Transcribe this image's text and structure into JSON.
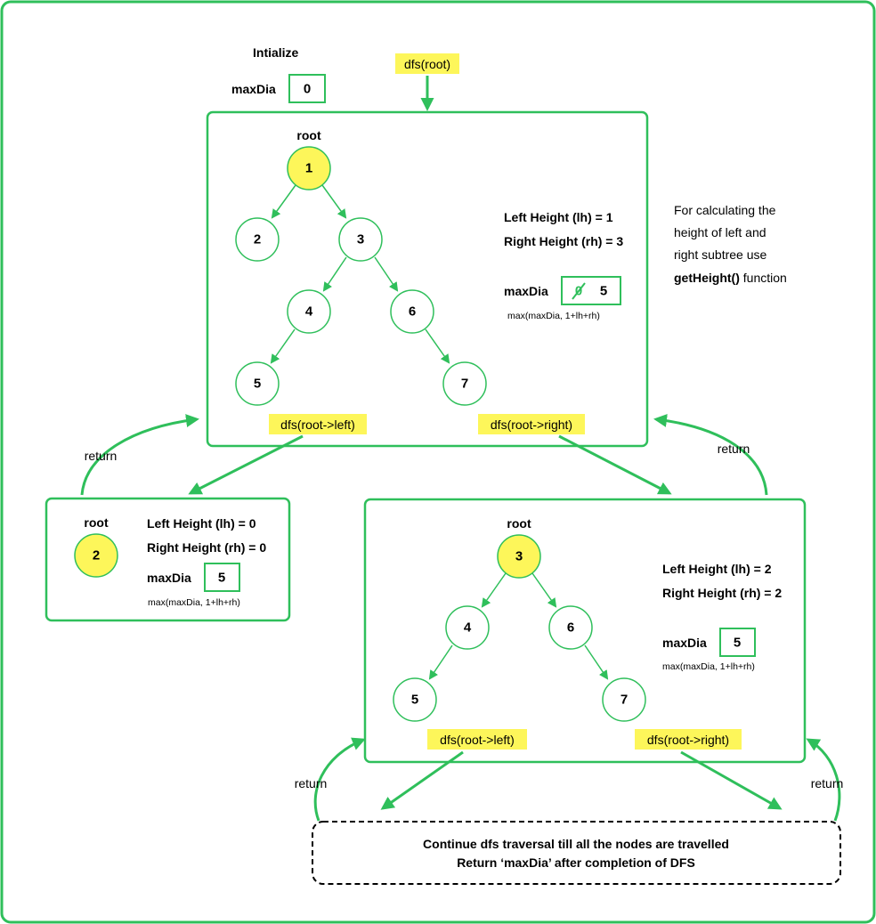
{
  "init": {
    "heading": "Intialize",
    "maxdia_label": "maxDia",
    "maxdia_value": "0"
  },
  "top": {
    "call": "dfs(root)",
    "root_label": "root",
    "nodes": [
      "1",
      "2",
      "3",
      "4",
      "6",
      "5",
      "7"
    ],
    "left_height": "Left Height (lh) = 1",
    "right_height": "Right Height (rh) = 3",
    "maxdia_label": "maxDia",
    "old_value": "0",
    "maxdia_value": "5",
    "formula": "max(maxDia, 1+lh+rh)",
    "call_left": "dfs(root->left)",
    "call_right": "dfs(root->right)"
  },
  "note": {
    "line1": "For calculating the",
    "line2": "height of left and",
    "line3": "right subtree use",
    "func": "getHeight()",
    "line4_rest": " function"
  },
  "left_box": {
    "root_label": "root",
    "node": "2",
    "left_height": "Left Height (lh) = 0",
    "right_height": "Right Height (rh) = 0",
    "maxdia_label": "maxDia",
    "maxdia_value": "5",
    "formula": "max(maxDia, 1+lh+rh)"
  },
  "right_box": {
    "root_label": "root",
    "nodes": [
      "3",
      "4",
      "6",
      "5",
      "7"
    ],
    "left_height": "Left Height (lh) = 2",
    "right_height": "Right Height (rh) = 2",
    "maxdia_label": "maxDia",
    "maxdia_value": "5",
    "formula": "max(maxDia, 1+lh+rh)",
    "call_left": "dfs(root->left)",
    "call_right": "dfs(root->right)"
  },
  "returns": [
    "return",
    "return",
    "return",
    "return"
  ],
  "final": {
    "line1": "Continue dfs traversal till all the nodes are travelled",
    "line2": "Return ‘maxDia’ after completion of DFS"
  },
  "colors": {
    "green": "#2fbf5b",
    "yellow": "#fdf65a",
    "node_border": "#2fbf5b"
  }
}
